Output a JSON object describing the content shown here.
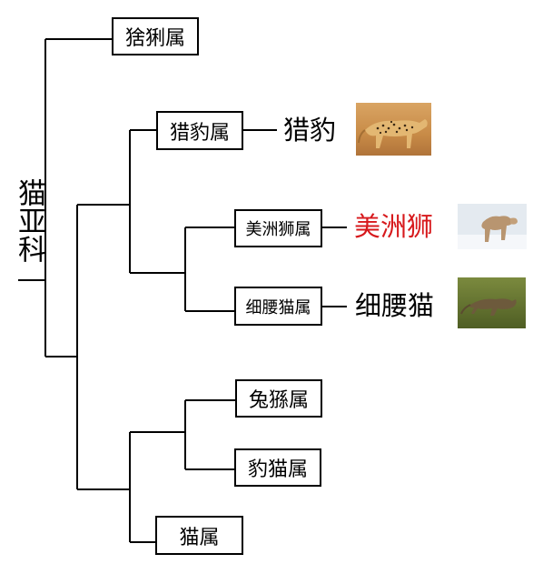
{
  "root": {
    "label": "猫亚科"
  },
  "genera": {
    "weasel_genus": "猞猁属",
    "cheetah_genus": "猎豹属",
    "puma_genus": "美洲狮属",
    "jaguarundi_genus": "细腰猫属",
    "asian_golden_genus": "兔猻属",
    "leopard_cat_genus": "豹猫属",
    "felis_genus": "猫属"
  },
  "species": {
    "cheetah": {
      "label": "猎豹",
      "color": "#000000"
    },
    "puma": {
      "label": "美洲狮",
      "color": "#d7191c"
    },
    "jaguarundi": {
      "label": "细腰猫",
      "color": "#000000"
    }
  },
  "photos": {
    "cheetah": "cheetah-photo",
    "puma": "puma-photo",
    "jaguarundi": "jaguarundi-photo"
  }
}
